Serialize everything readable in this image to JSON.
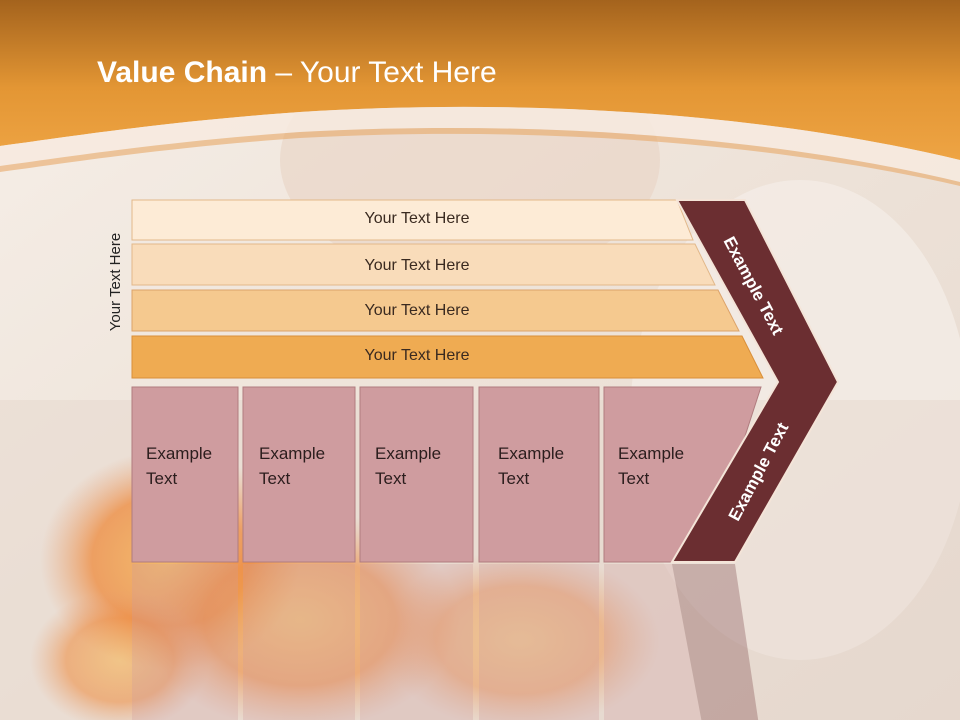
{
  "slide": {
    "title_bold": "Value Chain",
    "title_rest": " – Your Text Here",
    "side_label": "Your Text Here",
    "bands": [
      {
        "label": "Your Text Here",
        "color": "#fdebd6"
      },
      {
        "label": "Your Text Here",
        "color": "#f9dcba"
      },
      {
        "label": "Your Text Here",
        "color": "#f5c98f"
      },
      {
        "label": "Your Text Here",
        "color": "#efab52"
      }
    ],
    "boxes": [
      {
        "line1": "Example",
        "line2": "Text"
      },
      {
        "line1": "Example",
        "line2": "Text"
      },
      {
        "line1": "Example",
        "line2": "Text"
      },
      {
        "line1": "Example",
        "line2": "Text"
      },
      {
        "line1": "Example",
        "line2": "Text"
      }
    ],
    "arrow_upper": "Example Text",
    "arrow_lower": "Example Text",
    "colors": {
      "header": "#e39634",
      "box": "#cf9c9f",
      "arrow": "#6b2e31"
    }
  }
}
